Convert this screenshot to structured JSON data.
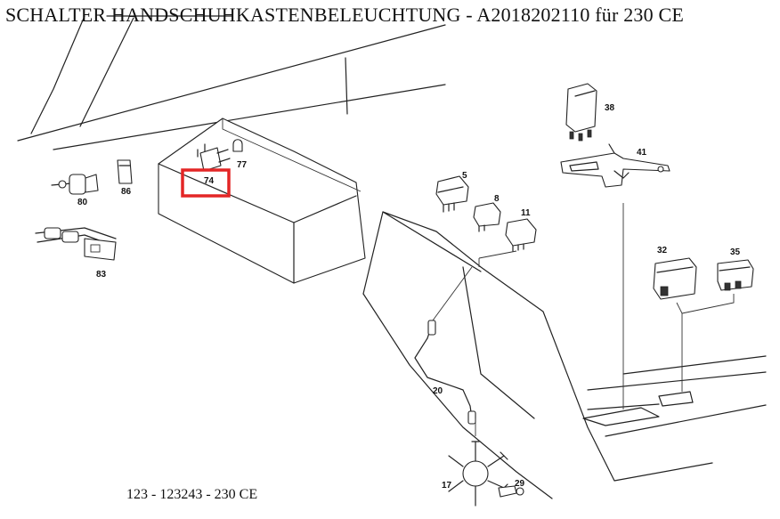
{
  "title": "SCHALTER HANDSCHUHKASTENBELEUCHTUNG - A2018202110 für 230 CE",
  "model_reference": "123 - 123243 - 230 CE",
  "highlight_color": "#e32626",
  "highlighted_part": "74",
  "part_labels": {
    "p5": "5",
    "p8": "8",
    "p11": "11",
    "p17": "17",
    "p20": "20",
    "p29": "29",
    "p32": "32",
    "p35": "35",
    "p38": "38",
    "p41": "41",
    "p74": "74",
    "p77": "77",
    "p80": "80",
    "p83": "83",
    "p86": "86"
  }
}
